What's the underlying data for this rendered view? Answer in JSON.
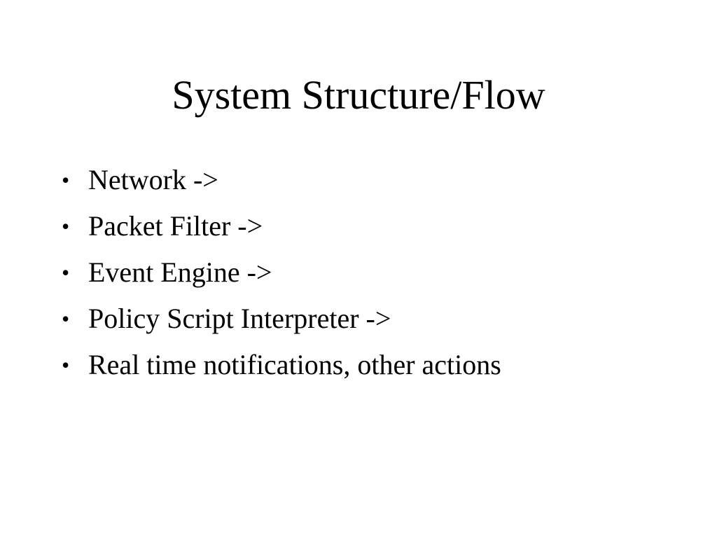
{
  "slide": {
    "title": "System Structure/Flow",
    "bullet_glyph": "•",
    "bullets": [
      "Network ->",
      "Packet Filter ->",
      "Event Engine ->",
      "Policy Script Interpreter ->",
      "Real time notifications, other actions"
    ]
  }
}
